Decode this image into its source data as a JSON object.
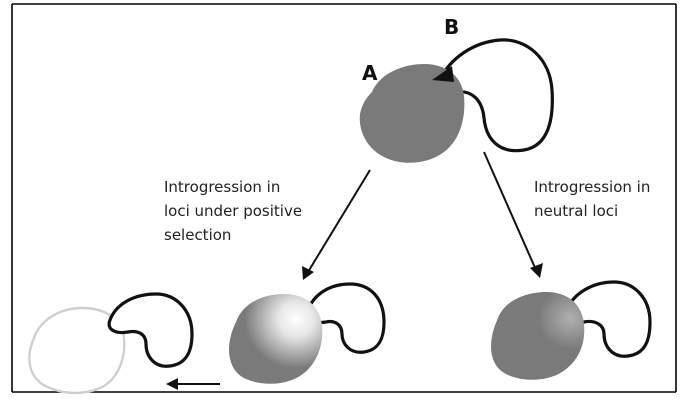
{
  "labels": {
    "population_a": "A",
    "population_b": "B"
  },
  "branches": {
    "left": [
      "Introgression in",
      "loci under positive",
      "selection"
    ],
    "right": [
      "Introgression in",
      "neutral loci"
    ]
  },
  "colors": {
    "population_a_fill": "#7a7a7a",
    "outline": "#111111",
    "faded_outline": "#cfcfcf",
    "background": "#ffffff"
  }
}
